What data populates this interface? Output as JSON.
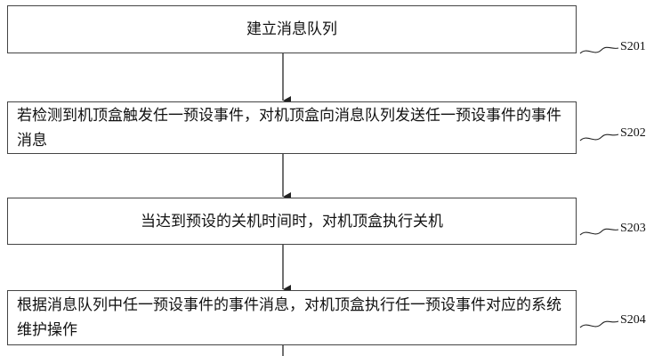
{
  "steps": [
    {
      "id": "S201",
      "text": "建立消息队列"
    },
    {
      "id": "S202",
      "text": "若检测到机顶盒触发任一预设事件，对机顶盒向消息队列发送任一预设事件的事件消息"
    },
    {
      "id": "S203",
      "text": "当达到预设的关机时间时，对机顶盒执行关机"
    },
    {
      "id": "S204",
      "text": "根据消息队列中任一预设事件的事件消息，对机顶盒执行任一预设事件对应的系统维护操作"
    }
  ]
}
